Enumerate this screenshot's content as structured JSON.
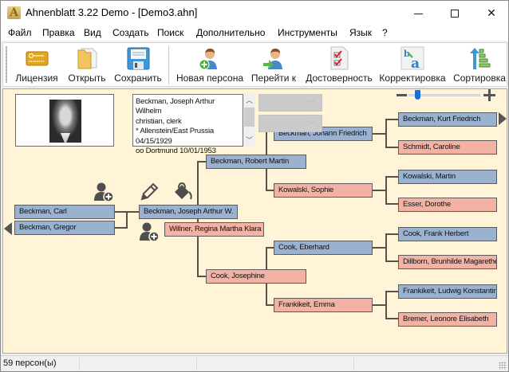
{
  "window": {
    "title": "Ahnenblatt 3.22 Demo - [Demo3.ahn]",
    "app_icon": "ahnenblatt-logo-icon",
    "controls": [
      "minimize",
      "maximize",
      "close"
    ]
  },
  "menu": {
    "items": [
      "Файл",
      "Правка",
      "Вид",
      "Создать",
      "Поиск",
      "Дополнительно",
      "Инструменты",
      "Язык",
      "?"
    ]
  },
  "toolbar": {
    "buttons": [
      {
        "label": "Лицензия",
        "icon": "license-key-icon"
      },
      {
        "label": "Открыть",
        "icon": "open-folder-icon"
      },
      {
        "label": "Сохранить",
        "icon": "save-floppy-icon"
      },
      {
        "label": "Новая персона",
        "icon": "new-person-icon"
      },
      {
        "label": "Перейти к",
        "icon": "goto-person-icon"
      },
      {
        "label": "Достоверность",
        "icon": "plausibility-check-icon"
      },
      {
        "label": "Корректировка",
        "icon": "correction-icon"
      },
      {
        "label": "Сортировка",
        "icon": "sort-icon"
      }
    ]
  },
  "info": {
    "lines": [
      "Beckman, Joseph Arthur Wilhelm",
      "christian, clerk",
      "* Allenstein/East Prussia",
      "04/15/1929",
      "oo Dortmund 10/01/1953"
    ]
  },
  "zoom": {
    "minus": "−",
    "plus": "+",
    "level_percent": 10
  },
  "tree": {
    "children": [
      {
        "name": "Beckman, Carl",
        "sex": "male"
      },
      {
        "name": "Beckman, Gregor",
        "sex": "male"
      }
    ],
    "root": {
      "name": "Beckman, Joseph Arthur W.",
      "sex": "male"
    },
    "spouse": {
      "name": "Willner, Regina Martha Klara",
      "sex": "female"
    },
    "parents": [
      {
        "name": "Beckman, Robert Martin",
        "sex": "male"
      },
      {
        "name": "Cook, Josephine",
        "sex": "female"
      }
    ],
    "grandparents": [
      {
        "name": "Beckman, Johann Friedrich",
        "sex": "male"
      },
      {
        "name": "Kowalski, Sophie",
        "sex": "female"
      },
      {
        "name": "Cook, Eberhard",
        "sex": "male"
      },
      {
        "name": "Frankikeit, Emma",
        "sex": "female"
      }
    ],
    "great_grandparents": [
      {
        "name": "Beckman, Kurt Friedrich",
        "sex": "male"
      },
      {
        "name": "Schmidt, Caroline",
        "sex": "female"
      },
      {
        "name": "Kowalski, Martin",
        "sex": "male"
      },
      {
        "name": "Esser, Dorothe",
        "sex": "female"
      },
      {
        "name": "Cook, Frank Herbert",
        "sex": "male"
      },
      {
        "name": "Dillborn, Brunhilde Magarethe",
        "sex": "female"
      },
      {
        "name": "Frankikeit, Ludwig Konstantin",
        "sex": "male"
      },
      {
        "name": "Bremer, Leonore Elisabeth",
        "sex": "female"
      }
    ],
    "action_icons": [
      "add-child-icon",
      "edit-pencil-icon",
      "paint-bucket-icon",
      "add-spouse-icon"
    ]
  },
  "colors": {
    "male": "#9ab2d0",
    "female": "#f4b2a4",
    "canvas": "#fff4d8",
    "connector": "#5a5048"
  },
  "status": {
    "count_text": "59 персон(ы)"
  }
}
